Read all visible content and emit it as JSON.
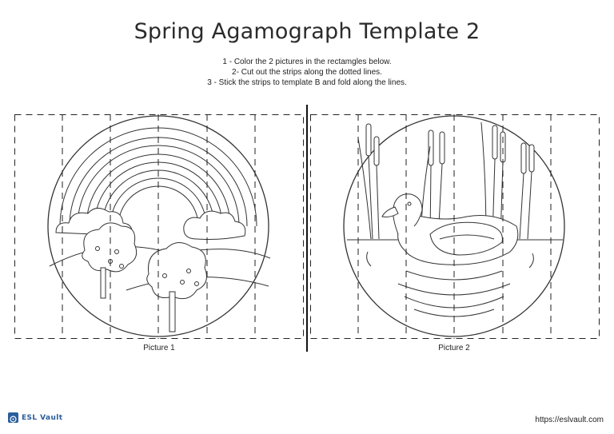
{
  "title": "Spring Agamograph Template 2",
  "instructions": [
    "1 - Color the 2 pictures in the rectamgles below.",
    "2- Cut out the strips along the dotted lines.",
    "3 - Stick the strips to template B and fold along the lines."
  ],
  "pictures": [
    {
      "caption": "Picture 1",
      "scene": "rainbow-trees"
    },
    {
      "caption": "Picture 2",
      "scene": "duck-cattails"
    }
  ],
  "footer": {
    "logo_text": "ESL Vault",
    "url": "https://eslvault.com"
  },
  "colors": {
    "line": "#333333",
    "logo": "#2a5d9c"
  }
}
